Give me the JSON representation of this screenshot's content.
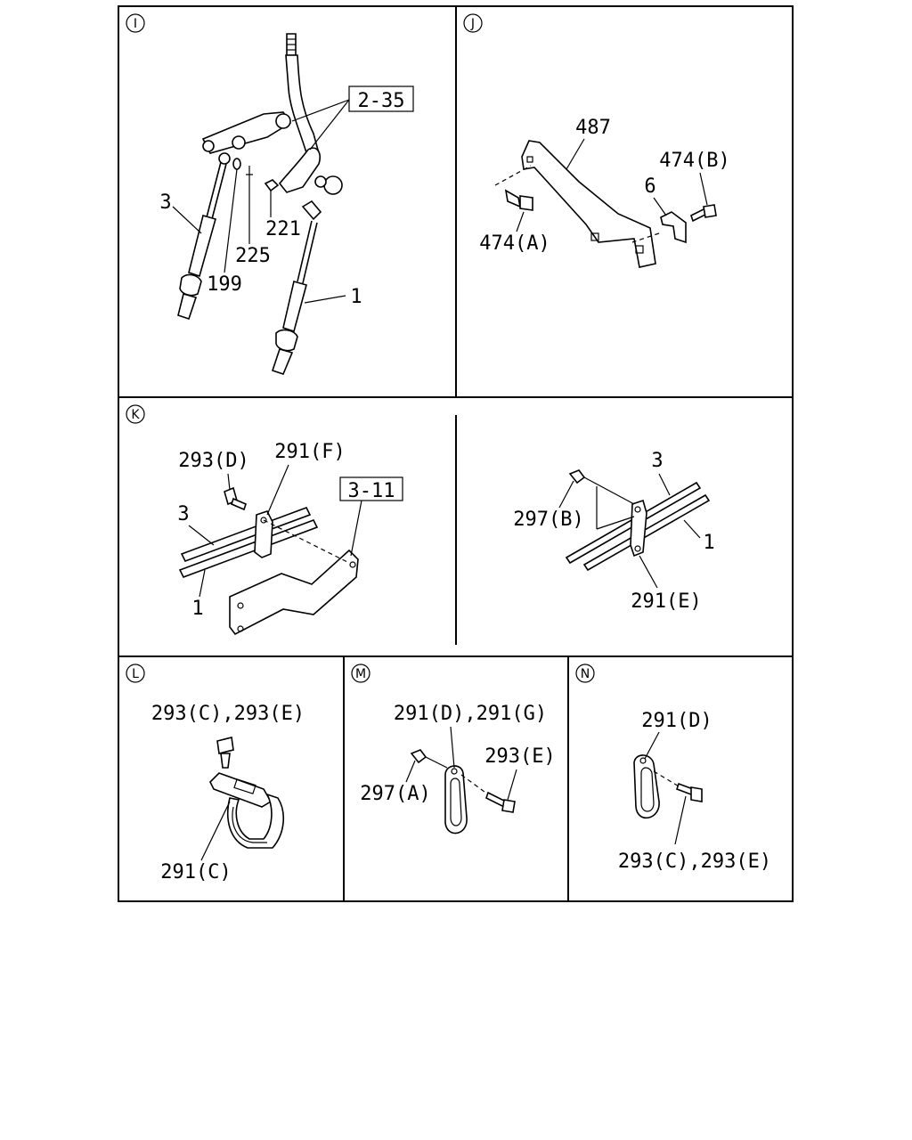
{
  "panels": {
    "I": {
      "id": "I",
      "labels": {
        "ref": "2-35",
        "p3": "3",
        "p221": "221",
        "p225": "225",
        "p199": "199",
        "p1": "1"
      }
    },
    "J": {
      "id": "J",
      "labels": {
        "p487": "487",
        "p474b": "474(B)",
        "p6": "6",
        "p474a": "474(A)"
      }
    },
    "K": {
      "id": "K",
      "labels": {
        "p293d": "293(D)",
        "p291f": "291(F)",
        "ref": "3-11",
        "p3": "3",
        "p1": "1"
      },
      "right": {
        "p3": "3",
        "p297b": "297(B)",
        "p1": "1",
        "p291e": "291(E)"
      }
    },
    "L": {
      "id": "L",
      "labels": {
        "p293": "293(C),293(E)",
        "p291c": "291(C)"
      }
    },
    "M": {
      "id": "M",
      "labels": {
        "p291": "291(D),291(G)",
        "p293e": "293(E)",
        "p297a": "297(A)"
      }
    },
    "N": {
      "id": "N",
      "labels": {
        "p291d": "291(D)",
        "p293": "293(C),293(E)"
      }
    }
  }
}
